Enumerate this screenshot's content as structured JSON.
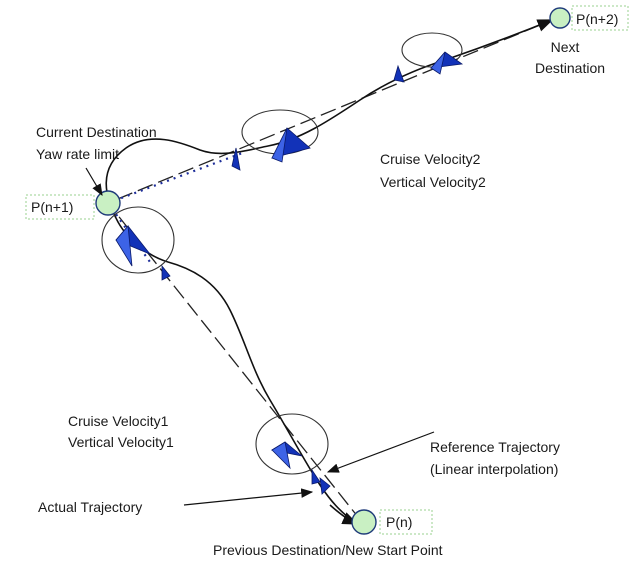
{
  "labels": {
    "next_point": "P(n+2)",
    "next_destination": [
      "Next",
      "Destination"
    ],
    "current_point": "P(n+1)",
    "current_destination": [
      "Current Destination",
      "Yaw rate limit"
    ],
    "cruise2": [
      "Cruise Velocity2",
      "Vertical Velocity2"
    ],
    "cruise1": [
      "Cruise Velocity1",
      "Vertical Velocity1"
    ],
    "reference": [
      "Reference Trajectory",
      "(Linear interpolation)"
    ],
    "actual": "Actual Trajectory",
    "start_point": "P(n)",
    "previous_destination": "Previous Destination/New Start Point"
  },
  "colors": {
    "waypoint_fill": "#c9f0c3",
    "craft_blue": "#1232b8",
    "trajectory": "#111111"
  }
}
